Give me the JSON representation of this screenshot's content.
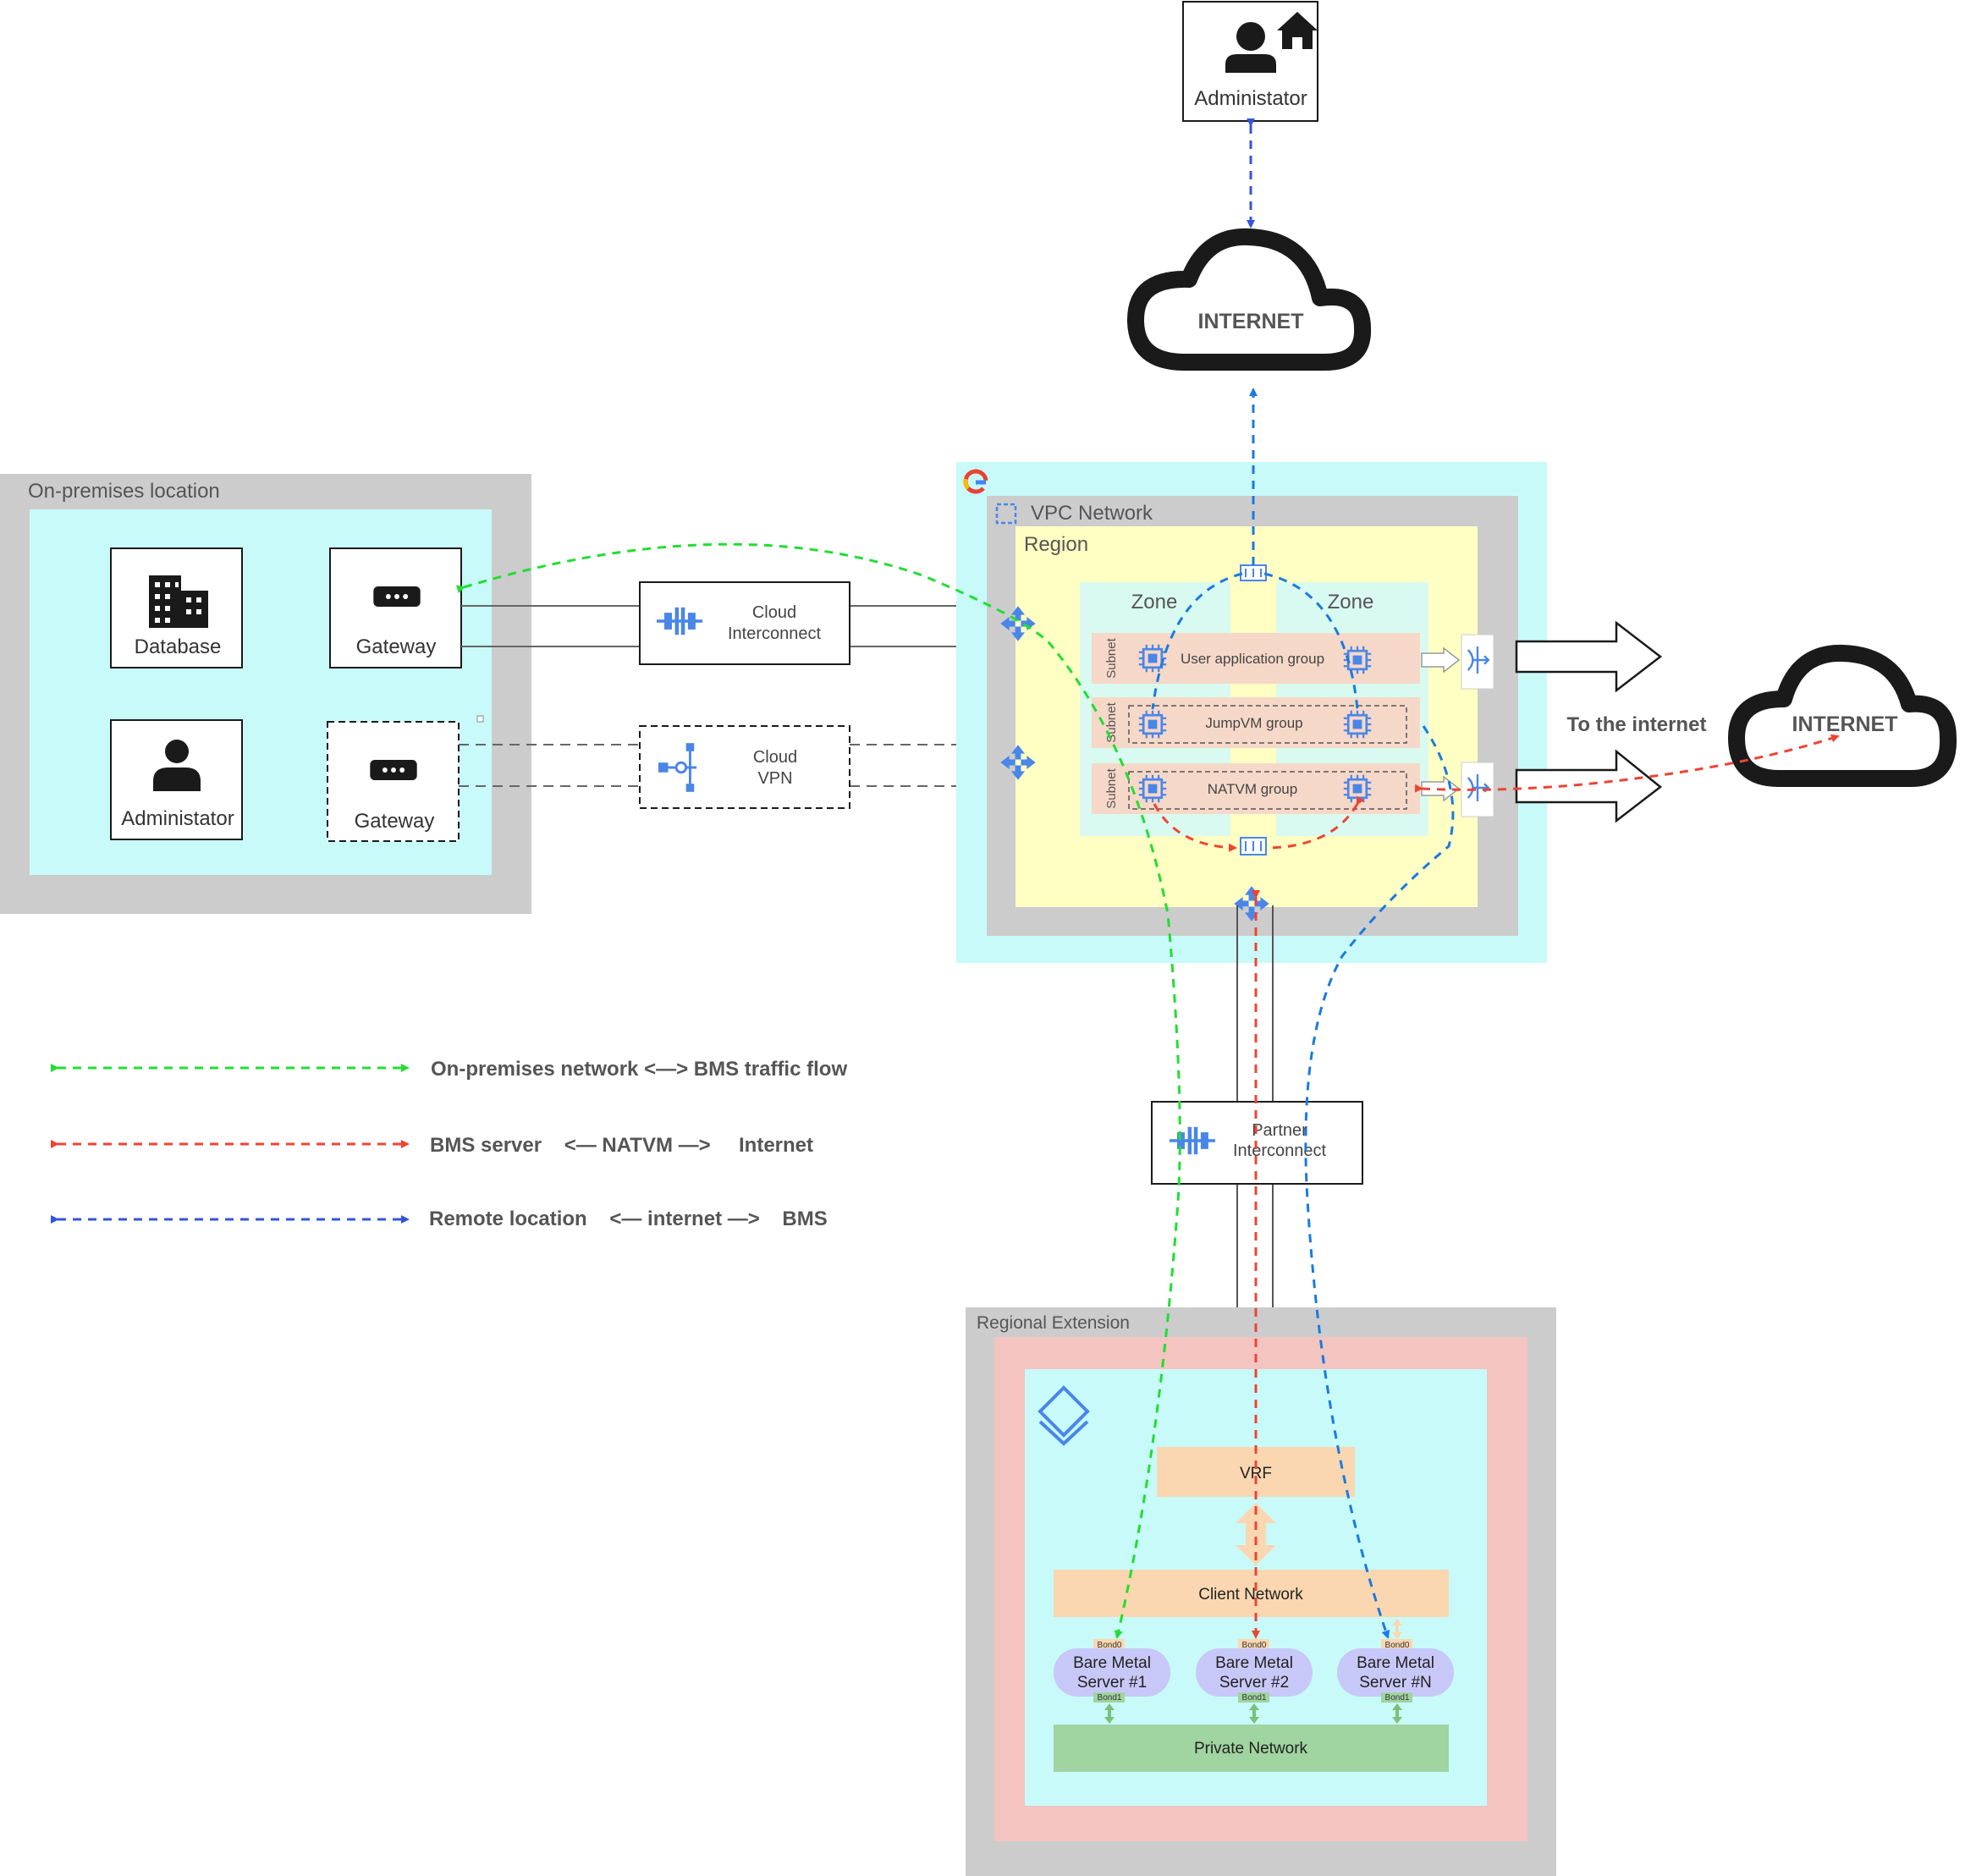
{
  "admin_top": {
    "label": "Administator"
  },
  "internet_top": {
    "label": "INTERNET"
  },
  "internet_right": {
    "label": "INTERNET"
  },
  "to_internet": {
    "label": "To the internet"
  },
  "onprem": {
    "title": "On-premises location",
    "database": "Database",
    "gateway_interconnect": "Gateway",
    "administrator": "Administator",
    "gateway_vpn": "Gateway"
  },
  "cloud_interconnect": {
    "line1": "Cloud",
    "line2": "Interconnect"
  },
  "cloud_vpn": {
    "line1": "Cloud",
    "line2": "VPN"
  },
  "vpc": {
    "title": "VPC Network",
    "region": "Region",
    "zone_left": "Zone",
    "zone_right": "Zone",
    "subnet_label": "Subnet",
    "user_app_group": "User application group",
    "jumpvm_group": "JumpVM group",
    "natvm_group": "NATVM group"
  },
  "partner_interconnect": {
    "line1": "Partner",
    "line2": "Interconnect"
  },
  "regional_extension": {
    "title": "Regional Extension",
    "vrf": "VRF",
    "client_network": "Client Network",
    "private_network": "Private Network",
    "bond0": "Bond0",
    "bond1": "Bond1",
    "servers": [
      {
        "line1": "Bare Metal",
        "line2": "Server #1"
      },
      {
        "line1": "Bare Metal",
        "line2": "Server #2"
      },
      {
        "line1": "Bare Metal",
        "line2": "Server #N"
      }
    ]
  },
  "legend": [
    {
      "text": "On-premises network <—> BMS traffic flow",
      "color": "#22dd33"
    },
    {
      "text": "BMS server    <— NATVM —>     Internet",
      "color": "#ee4433"
    },
    {
      "text": "Remote location    <— internet —>    BMS",
      "color": "#3355dd"
    }
  ],
  "colors": {
    "green_flow": "#22dd33",
    "red_flow": "#ee4433",
    "blue_flow": "#3355dd",
    "gcp_blue": "#4a86e8",
    "cyan_bg": "#c8fafa",
    "gray_frame": "#cccccc",
    "yellow_region": "#ffffc4",
    "pink_extension": "#f4c4c0",
    "subnet_fill": "#f6d8c8",
    "vrf_fill": "#fad7b0",
    "server_fill": "#c8c8f8",
    "private_fill": "#a0d4a0"
  }
}
